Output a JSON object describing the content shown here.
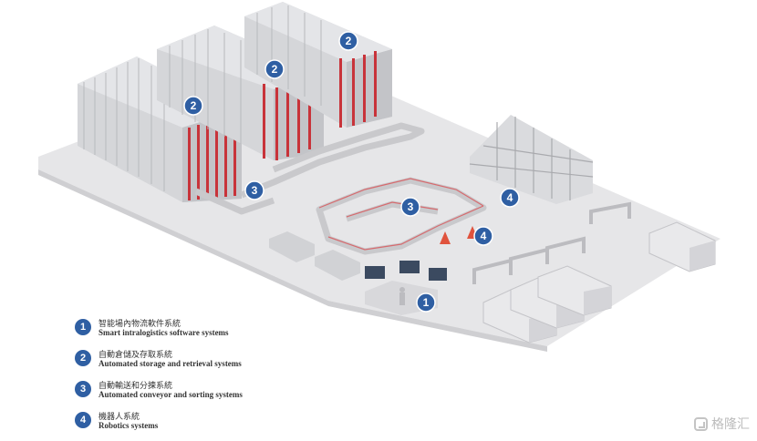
{
  "markers": [
    {
      "number": "2",
      "system": "storage"
    },
    {
      "number": "2",
      "system": "storage"
    },
    {
      "number": "2",
      "system": "storage"
    },
    {
      "number": "3",
      "system": "conveyor"
    },
    {
      "number": "3",
      "system": "conveyor"
    },
    {
      "number": "4",
      "system": "robotics"
    },
    {
      "number": "4",
      "system": "robotics"
    },
    {
      "number": "1",
      "system": "software"
    }
  ],
  "legend": [
    {
      "number": "1",
      "label_zh": "智能場內物流軟件系統",
      "label_en": "Smart intralogistics software systems"
    },
    {
      "number": "2",
      "label_zh": "自動倉儲及存取系統",
      "label_en": "Automated storage and retrieval systems"
    },
    {
      "number": "3",
      "label_zh": "自動輸送和分揀系統",
      "label_en": "Automated conveyor and sorting systems"
    },
    {
      "number": "4",
      "label_zh": "機器人系統",
      "label_en": "Robotics systems"
    }
  ],
  "watermark": {
    "text": "格隆汇",
    "icon": "gelonghui-logo-icon"
  },
  "colors": {
    "badge": "#2f5fa3",
    "rack_red": "#c8333a",
    "floor": "#e4e4e6",
    "rack_gray": "#d2d3d6"
  }
}
